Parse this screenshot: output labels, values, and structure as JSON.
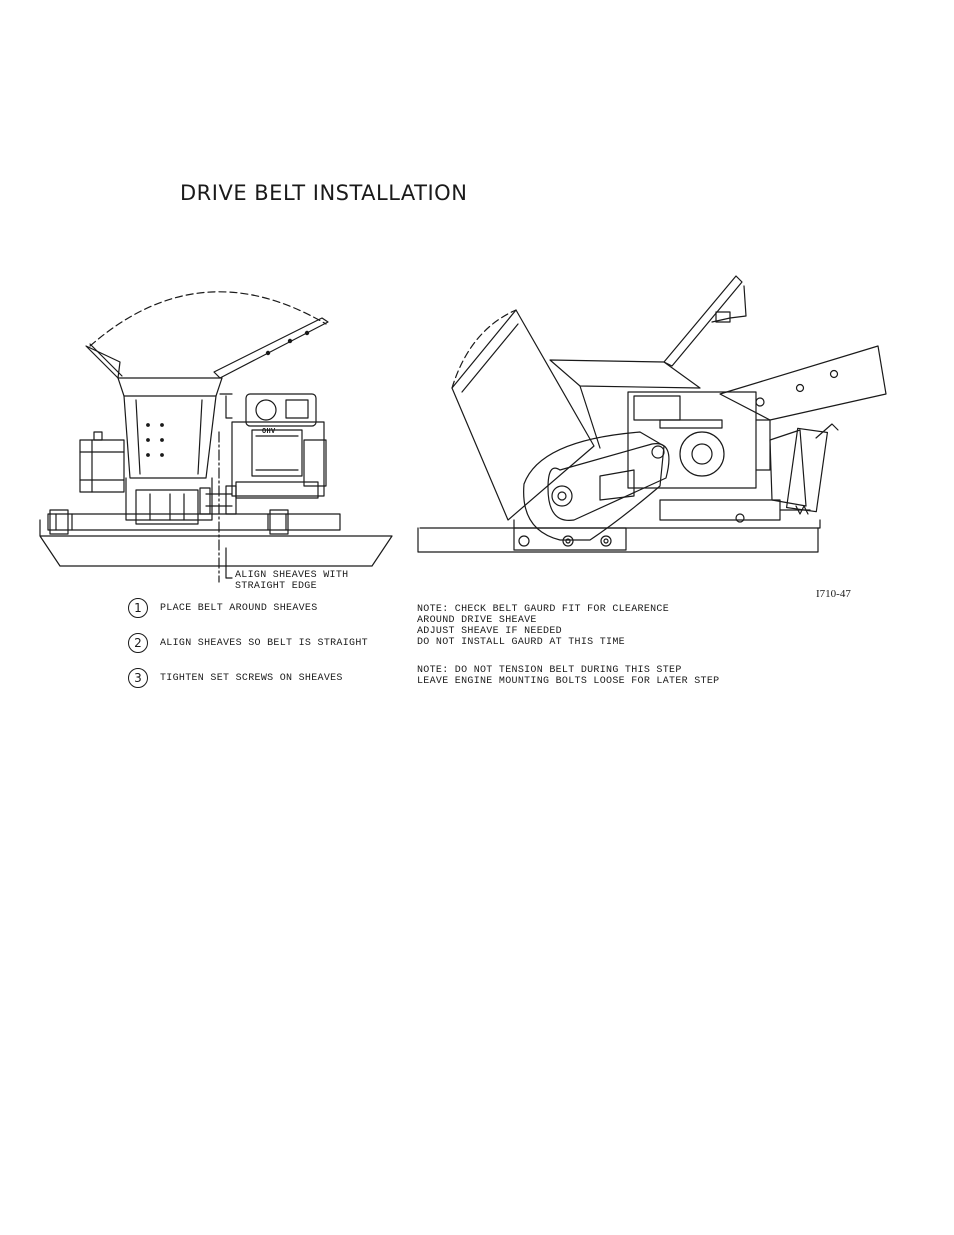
{
  "title": "DRIVE BELT INSTALLATION",
  "callout": {
    "line1": "ALIGN SHEAVES WITH",
    "line2": "STRAIGHT EDGE"
  },
  "figure_id": "I710-47",
  "engine_label": "OHV",
  "steps": [
    {
      "num": "1",
      "text": "PLACE BELT AROUND SHEAVES"
    },
    {
      "num": "2",
      "text": "ALIGN SHEAVES SO BELT IS STRAIGHT"
    },
    {
      "num": "3",
      "text": "TIGHTEN SET SCREWS ON SHEAVES"
    }
  ],
  "notes": [
    {
      "lines": [
        "NOTE: CHECK BELT GAURD FIT FOR CLEARENCE",
        "AROUND DRIVE SHEAVE",
        "ADJUST SHEAVE IF NEEDED",
        "DO NOT INSTALL GAURD AT THIS TIME"
      ]
    },
    {
      "lines": [
        "NOTE: DO NOT TENSION BELT DURING THIS STEP",
        "LEAVE ENGINE MOUNTING BOLTS LOOSE FOR LATER STEP"
      ]
    }
  ]
}
